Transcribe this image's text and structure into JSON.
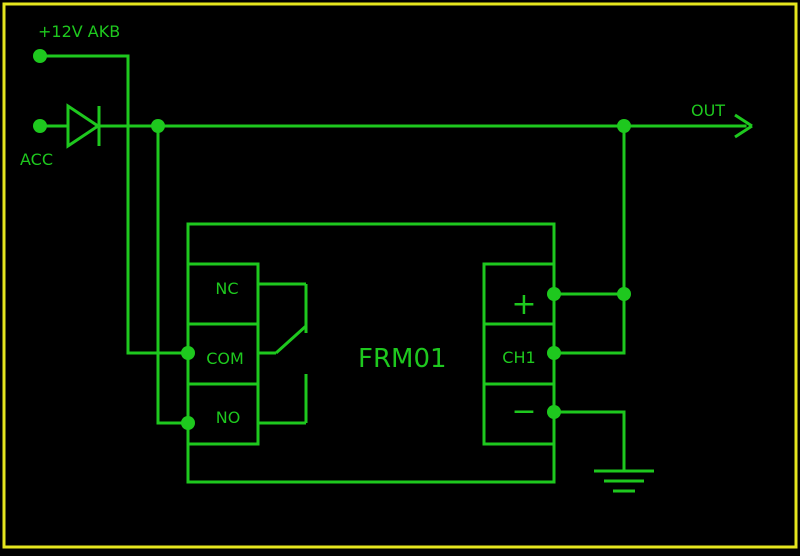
{
  "colors": {
    "background": "#000000",
    "frame": "#e6e61e",
    "wire": "#1ec81e"
  },
  "labels": {
    "akb": "+12V AKB",
    "acc": "ACC",
    "out": "OUT",
    "module": "FRM01",
    "nc": "NC",
    "com": "COM",
    "no": "NO",
    "plus": "+",
    "ch1": "CH1",
    "minus": "−"
  },
  "icons": {
    "diode": "diode-icon",
    "ground": "ground-icon",
    "relay_switch": "relay-switch-icon",
    "arrow": "arrow-icon"
  }
}
